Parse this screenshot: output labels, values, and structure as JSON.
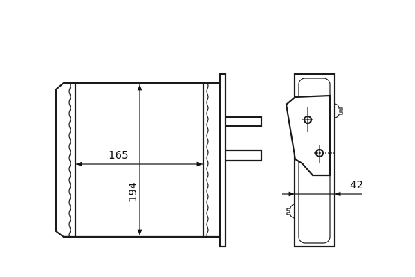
{
  "drawing": {
    "front_view": {
      "width_dimension": "165",
      "height_dimension": "194"
    },
    "side_view": {
      "depth_dimension": "42"
    },
    "colors": {
      "line": "#1a1a1a",
      "background": "#ffffff"
    }
  }
}
